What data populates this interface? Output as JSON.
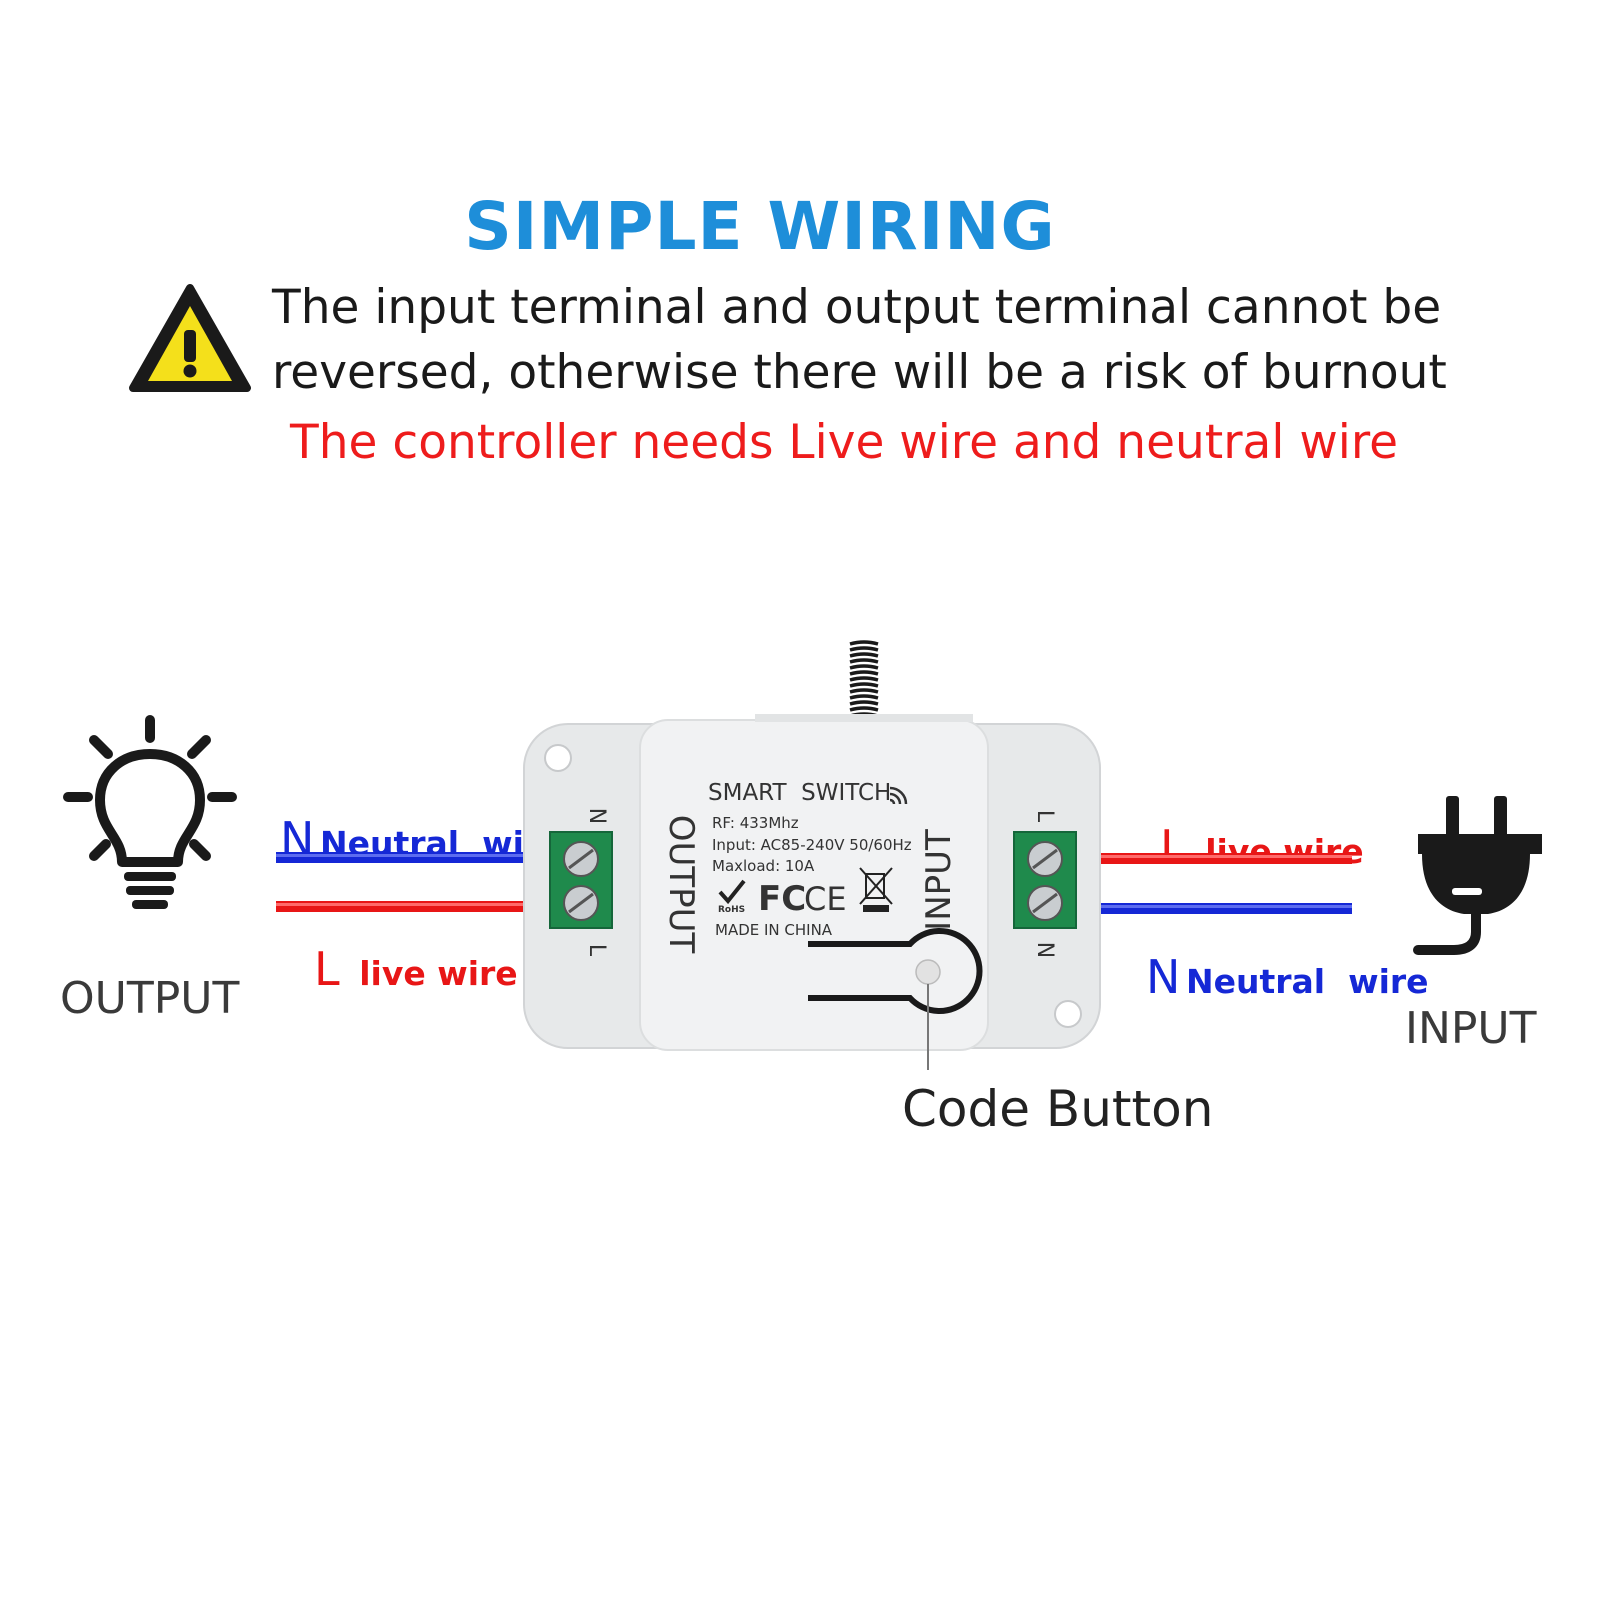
{
  "title": "SIMPLE WIRING",
  "warning": {
    "line1": "The input terminal and output terminal cannot be",
    "line2": "reversed, otherwise there will be a risk of burnout",
    "requirement": "The controller needs Live wire and neutral wire"
  },
  "output_side": {
    "label": "OUTPUT",
    "neutral": {
      "letter": "N",
      "text": "Neutral  wire"
    },
    "live": {
      "letter": "L",
      "text": "live wire"
    }
  },
  "input_side": {
    "label": "INPUT",
    "live": {
      "letter": "L",
      "text": "live wire"
    },
    "neutral": {
      "letter": "N",
      "text": "Neutral  wire"
    }
  },
  "device": {
    "name": "SMART  SWITCH",
    "rf": "RF: 433Mhz",
    "input_spec": "Input: AC85-240V 50/60Hz",
    "maxload": "Maxload: 10A",
    "origin": "MADE IN CHINA",
    "rohs": "RoHS",
    "fcc": "FC",
    "ce": "CE",
    "side_output": "OUTPUT",
    "side_input": "INPUT",
    "term_left_top": "N",
    "term_left_bottom": "L",
    "term_right_top": "L",
    "term_right_bottom": "N"
  },
  "code_button_label": "Code Button",
  "colors": {
    "title": "#1e8ed9",
    "live": "#e81616",
    "neutral": "#1528d6",
    "warning_red": "#ee1c1c",
    "terminal": "#1f8a4c"
  }
}
